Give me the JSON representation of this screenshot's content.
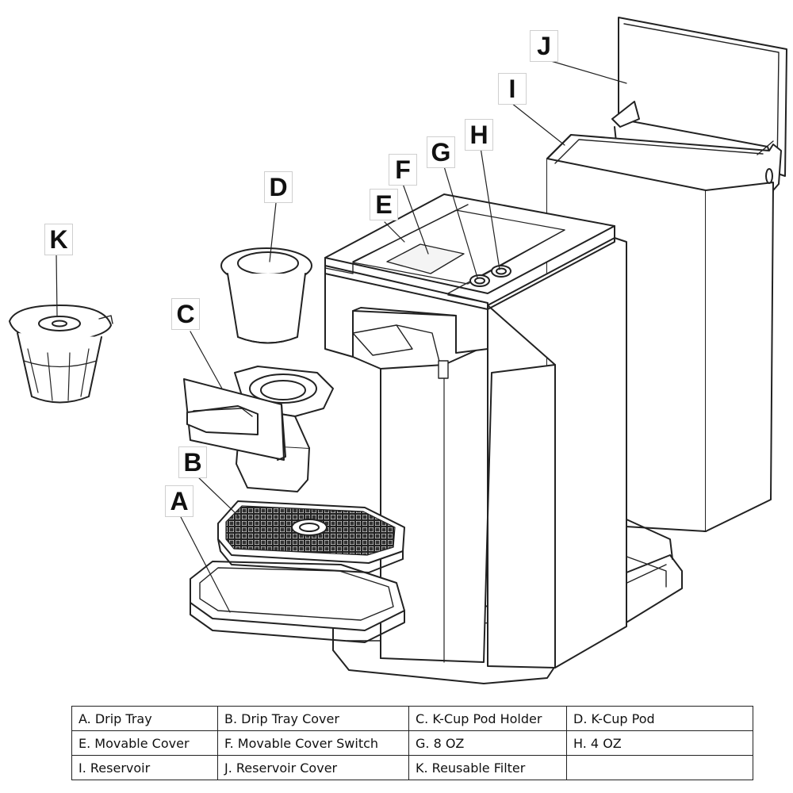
{
  "callouts": {
    "A": "A",
    "B": "B",
    "C": "C",
    "D": "D",
    "E": "E",
    "F": "F",
    "G": "G",
    "H": "H",
    "I": "I",
    "J": "J",
    "K": "K"
  },
  "legend": {
    "rows": [
      [
        "A. Drip Tray",
        "B. Drip Tray Cover",
        "C. K-Cup Pod Holder",
        "D. K-Cup Pod"
      ],
      [
        "E. Movable Cover",
        "F. Movable Cover Switch",
        "G. 8 OZ",
        "H. 4 OZ"
      ],
      [
        "I. Reservoir",
        "J. Reservoir Cover",
        "K. Reusable Filter",
        ""
      ]
    ]
  }
}
